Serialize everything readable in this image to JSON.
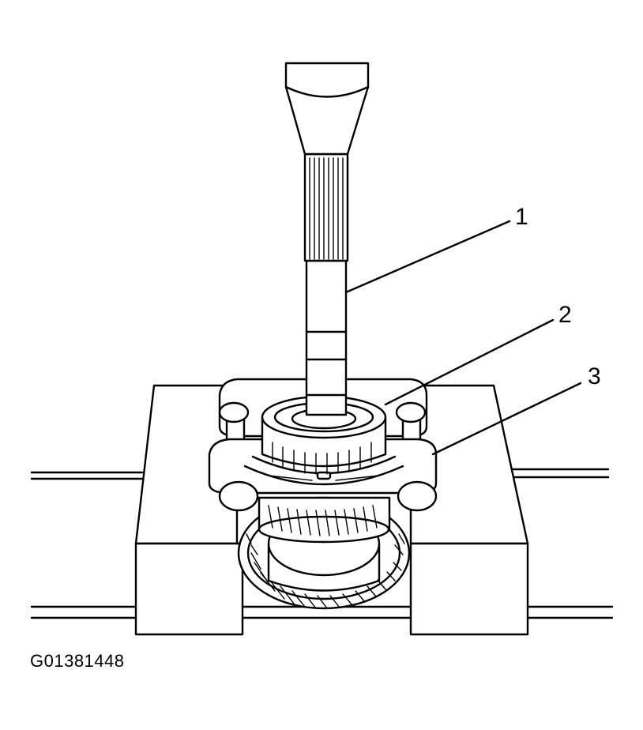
{
  "figure_id": "G01381448",
  "callouts": [
    {
      "label": "1"
    },
    {
      "label": "2"
    },
    {
      "label": "3"
    }
  ],
  "colors": {
    "line": "#000000",
    "background": "#ffffff"
  }
}
